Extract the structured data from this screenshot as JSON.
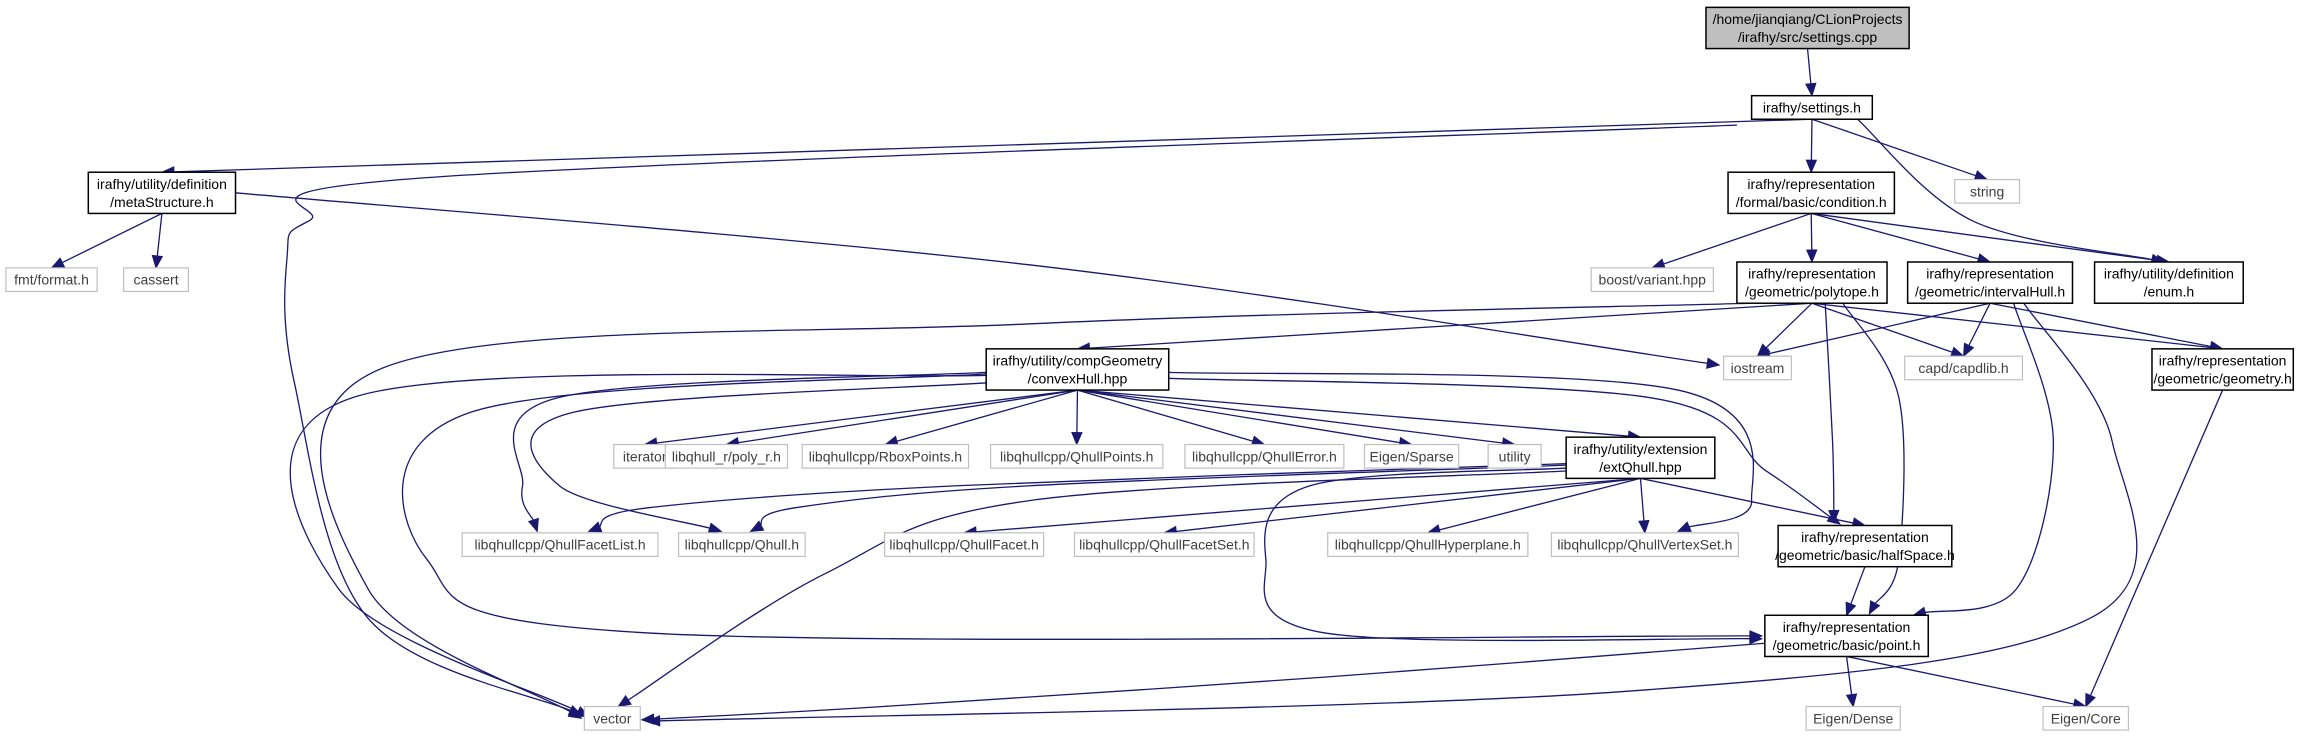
{
  "graph": {
    "edge_color": "#191970",
    "nodes": [
      {
        "id": "settings_cpp",
        "lines": [
          "/home/jianqiang/CLionProjects",
          "/irafhy/src/settings.cpp"
        ],
        "style": "root"
      },
      {
        "id": "settings_h",
        "lines": [
          "irafhy/settings.h"
        ],
        "style": "main"
      },
      {
        "id": "metaStructure_h",
        "lines": [
          "irafhy/utility/definition",
          "/metaStructure.h"
        ],
        "style": "main"
      },
      {
        "id": "condition_h",
        "lines": [
          "irafhy/representation",
          "/formal/basic/condition.h"
        ],
        "style": "main"
      },
      {
        "id": "string",
        "lines": [
          "string"
        ],
        "style": "ext"
      },
      {
        "id": "fmt_format_h",
        "lines": [
          "fmt/format.h"
        ],
        "style": "ext"
      },
      {
        "id": "cassert",
        "lines": [
          "cassert"
        ],
        "style": "ext"
      },
      {
        "id": "boost_variant",
        "lines": [
          "boost/variant.hpp"
        ],
        "style": "ext"
      },
      {
        "id": "polytope_h",
        "lines": [
          "irafhy/representation",
          "/geometric/polytope.h"
        ],
        "style": "main"
      },
      {
        "id": "intervalHull_h",
        "lines": [
          "irafhy/representation",
          "/geometric/intervalHull.h"
        ],
        "style": "main"
      },
      {
        "id": "enum_h",
        "lines": [
          "irafhy/utility/definition",
          "/enum.h"
        ],
        "style": "main"
      },
      {
        "id": "convexHull_hpp",
        "lines": [
          "irafhy/utility/compGeometry",
          "/convexHull.hpp"
        ],
        "style": "main"
      },
      {
        "id": "iostream",
        "lines": [
          "iostream"
        ],
        "style": "ext"
      },
      {
        "id": "capdlib_h",
        "lines": [
          "capd/capdlib.h"
        ],
        "style": "ext"
      },
      {
        "id": "geometry_h",
        "lines": [
          "irafhy/representation",
          "/geometric/geometry.h"
        ],
        "style": "main"
      },
      {
        "id": "iterator",
        "lines": [
          "iterator"
        ],
        "style": "ext"
      },
      {
        "id": "poly_r_h",
        "lines": [
          "libqhull_r/poly_r.h"
        ],
        "style": "ext"
      },
      {
        "id": "RboxPoints_h",
        "lines": [
          "libqhullcpp/RboxPoints.h"
        ],
        "style": "ext"
      },
      {
        "id": "QhullPoints_h",
        "lines": [
          "libqhullcpp/QhullPoints.h"
        ],
        "style": "ext"
      },
      {
        "id": "QhullError_h",
        "lines": [
          "libqhullcpp/QhullError.h"
        ],
        "style": "ext"
      },
      {
        "id": "Eigen_Sparse",
        "lines": [
          "Eigen/Sparse"
        ],
        "style": "ext"
      },
      {
        "id": "utility",
        "lines": [
          "utility"
        ],
        "style": "ext"
      },
      {
        "id": "extQhull_hpp",
        "lines": [
          "irafhy/utility/extension",
          "/extQhull.hpp"
        ],
        "style": "main"
      },
      {
        "id": "QhullFacetList_h",
        "lines": [
          "libqhullcpp/QhullFacetList.h"
        ],
        "style": "ext"
      },
      {
        "id": "Qhull_h",
        "lines": [
          "libqhullcpp/Qhull.h"
        ],
        "style": "ext"
      },
      {
        "id": "QhullFacet_h",
        "lines": [
          "libqhullcpp/QhullFacet.h"
        ],
        "style": "ext"
      },
      {
        "id": "QhullFacetSet_h",
        "lines": [
          "libqhullcpp/QhullFacetSet.h"
        ],
        "style": "ext"
      },
      {
        "id": "QhullHyperplane_h",
        "lines": [
          "libqhullcpp/QhullHyperplane.h"
        ],
        "style": "ext"
      },
      {
        "id": "QhullVertexSet_h",
        "lines": [
          "libqhullcpp/QhullVertexSet.h"
        ],
        "style": "ext"
      },
      {
        "id": "halfSpace_h",
        "lines": [
          "irafhy/representation",
          "/geometric/basic/halfSpace.h"
        ],
        "style": "main"
      },
      {
        "id": "point_h",
        "lines": [
          "irafhy/representation",
          "/geometric/basic/point.h"
        ],
        "style": "main"
      },
      {
        "id": "vector",
        "lines": [
          "vector"
        ],
        "style": "ext"
      },
      {
        "id": "Eigen_Dense",
        "lines": [
          "Eigen/Dense"
        ],
        "style": "ext"
      },
      {
        "id": "Eigen_Core",
        "lines": [
          "Eigen/Core"
        ],
        "style": "ext"
      }
    ],
    "edges": [
      [
        "settings_cpp",
        "settings_h"
      ],
      [
        "settings_h",
        "metaStructure_h"
      ],
      [
        "settings_h",
        "vector"
      ],
      [
        "settings_h",
        "condition_h"
      ],
      [
        "settings_h",
        "string"
      ],
      [
        "settings_h",
        "enum_h"
      ],
      [
        "metaStructure_h",
        "fmt_format_h"
      ],
      [
        "metaStructure_h",
        "cassert"
      ],
      [
        "metaStructure_h",
        "iostream"
      ],
      [
        "condition_h",
        "boost_variant"
      ],
      [
        "condition_h",
        "polytope_h"
      ],
      [
        "condition_h",
        "intervalHull_h"
      ],
      [
        "condition_h",
        "enum_h"
      ],
      [
        "polytope_h",
        "convexHull_hpp"
      ],
      [
        "polytope_h",
        "iostream"
      ],
      [
        "polytope_h",
        "capdlib_h"
      ],
      [
        "polytope_h",
        "geometry_h"
      ],
      [
        "polytope_h",
        "halfSpace_h"
      ],
      [
        "polytope_h",
        "point_h"
      ],
      [
        "polytope_h",
        "vector"
      ],
      [
        "intervalHull_h",
        "iostream"
      ],
      [
        "intervalHull_h",
        "capdlib_h"
      ],
      [
        "intervalHull_h",
        "geometry_h"
      ],
      [
        "intervalHull_h",
        "point_h"
      ],
      [
        "intervalHull_h",
        "vector"
      ],
      [
        "geometry_h",
        "Eigen_Core"
      ],
      [
        "convexHull_hpp",
        "iterator"
      ],
      [
        "convexHull_hpp",
        "poly_r_h"
      ],
      [
        "convexHull_hpp",
        "RboxPoints_h"
      ],
      [
        "convexHull_hpp",
        "QhullPoints_h"
      ],
      [
        "convexHull_hpp",
        "QhullError_h"
      ],
      [
        "convexHull_hpp",
        "Eigen_Sparse"
      ],
      [
        "convexHull_hpp",
        "utility"
      ],
      [
        "convexHull_hpp",
        "extQhull_hpp"
      ],
      [
        "convexHull_hpp",
        "QhullFacetList_h"
      ],
      [
        "convexHull_hpp",
        "Qhull_h"
      ],
      [
        "convexHull_hpp",
        "QhullVertexSet_h"
      ],
      [
        "convexHull_hpp",
        "halfSpace_h"
      ],
      [
        "convexHull_hpp",
        "point_h"
      ],
      [
        "convexHull_hpp",
        "vector"
      ],
      [
        "extQhull_hpp",
        "QhullFacetList_h"
      ],
      [
        "extQhull_hpp",
        "Qhull_h"
      ],
      [
        "extQhull_hpp",
        "QhullFacet_h"
      ],
      [
        "extQhull_hpp",
        "QhullFacetSet_h"
      ],
      [
        "extQhull_hpp",
        "QhullHyperplane_h"
      ],
      [
        "extQhull_hpp",
        "QhullVertexSet_h"
      ],
      [
        "extQhull_hpp",
        "halfSpace_h"
      ],
      [
        "extQhull_hpp",
        "point_h"
      ],
      [
        "extQhull_hpp",
        "vector"
      ],
      [
        "halfSpace_h",
        "point_h"
      ],
      [
        "point_h",
        "vector"
      ],
      [
        "point_h",
        "Eigen_Dense"
      ],
      [
        "point_h",
        "Eigen_Core"
      ]
    ]
  }
}
